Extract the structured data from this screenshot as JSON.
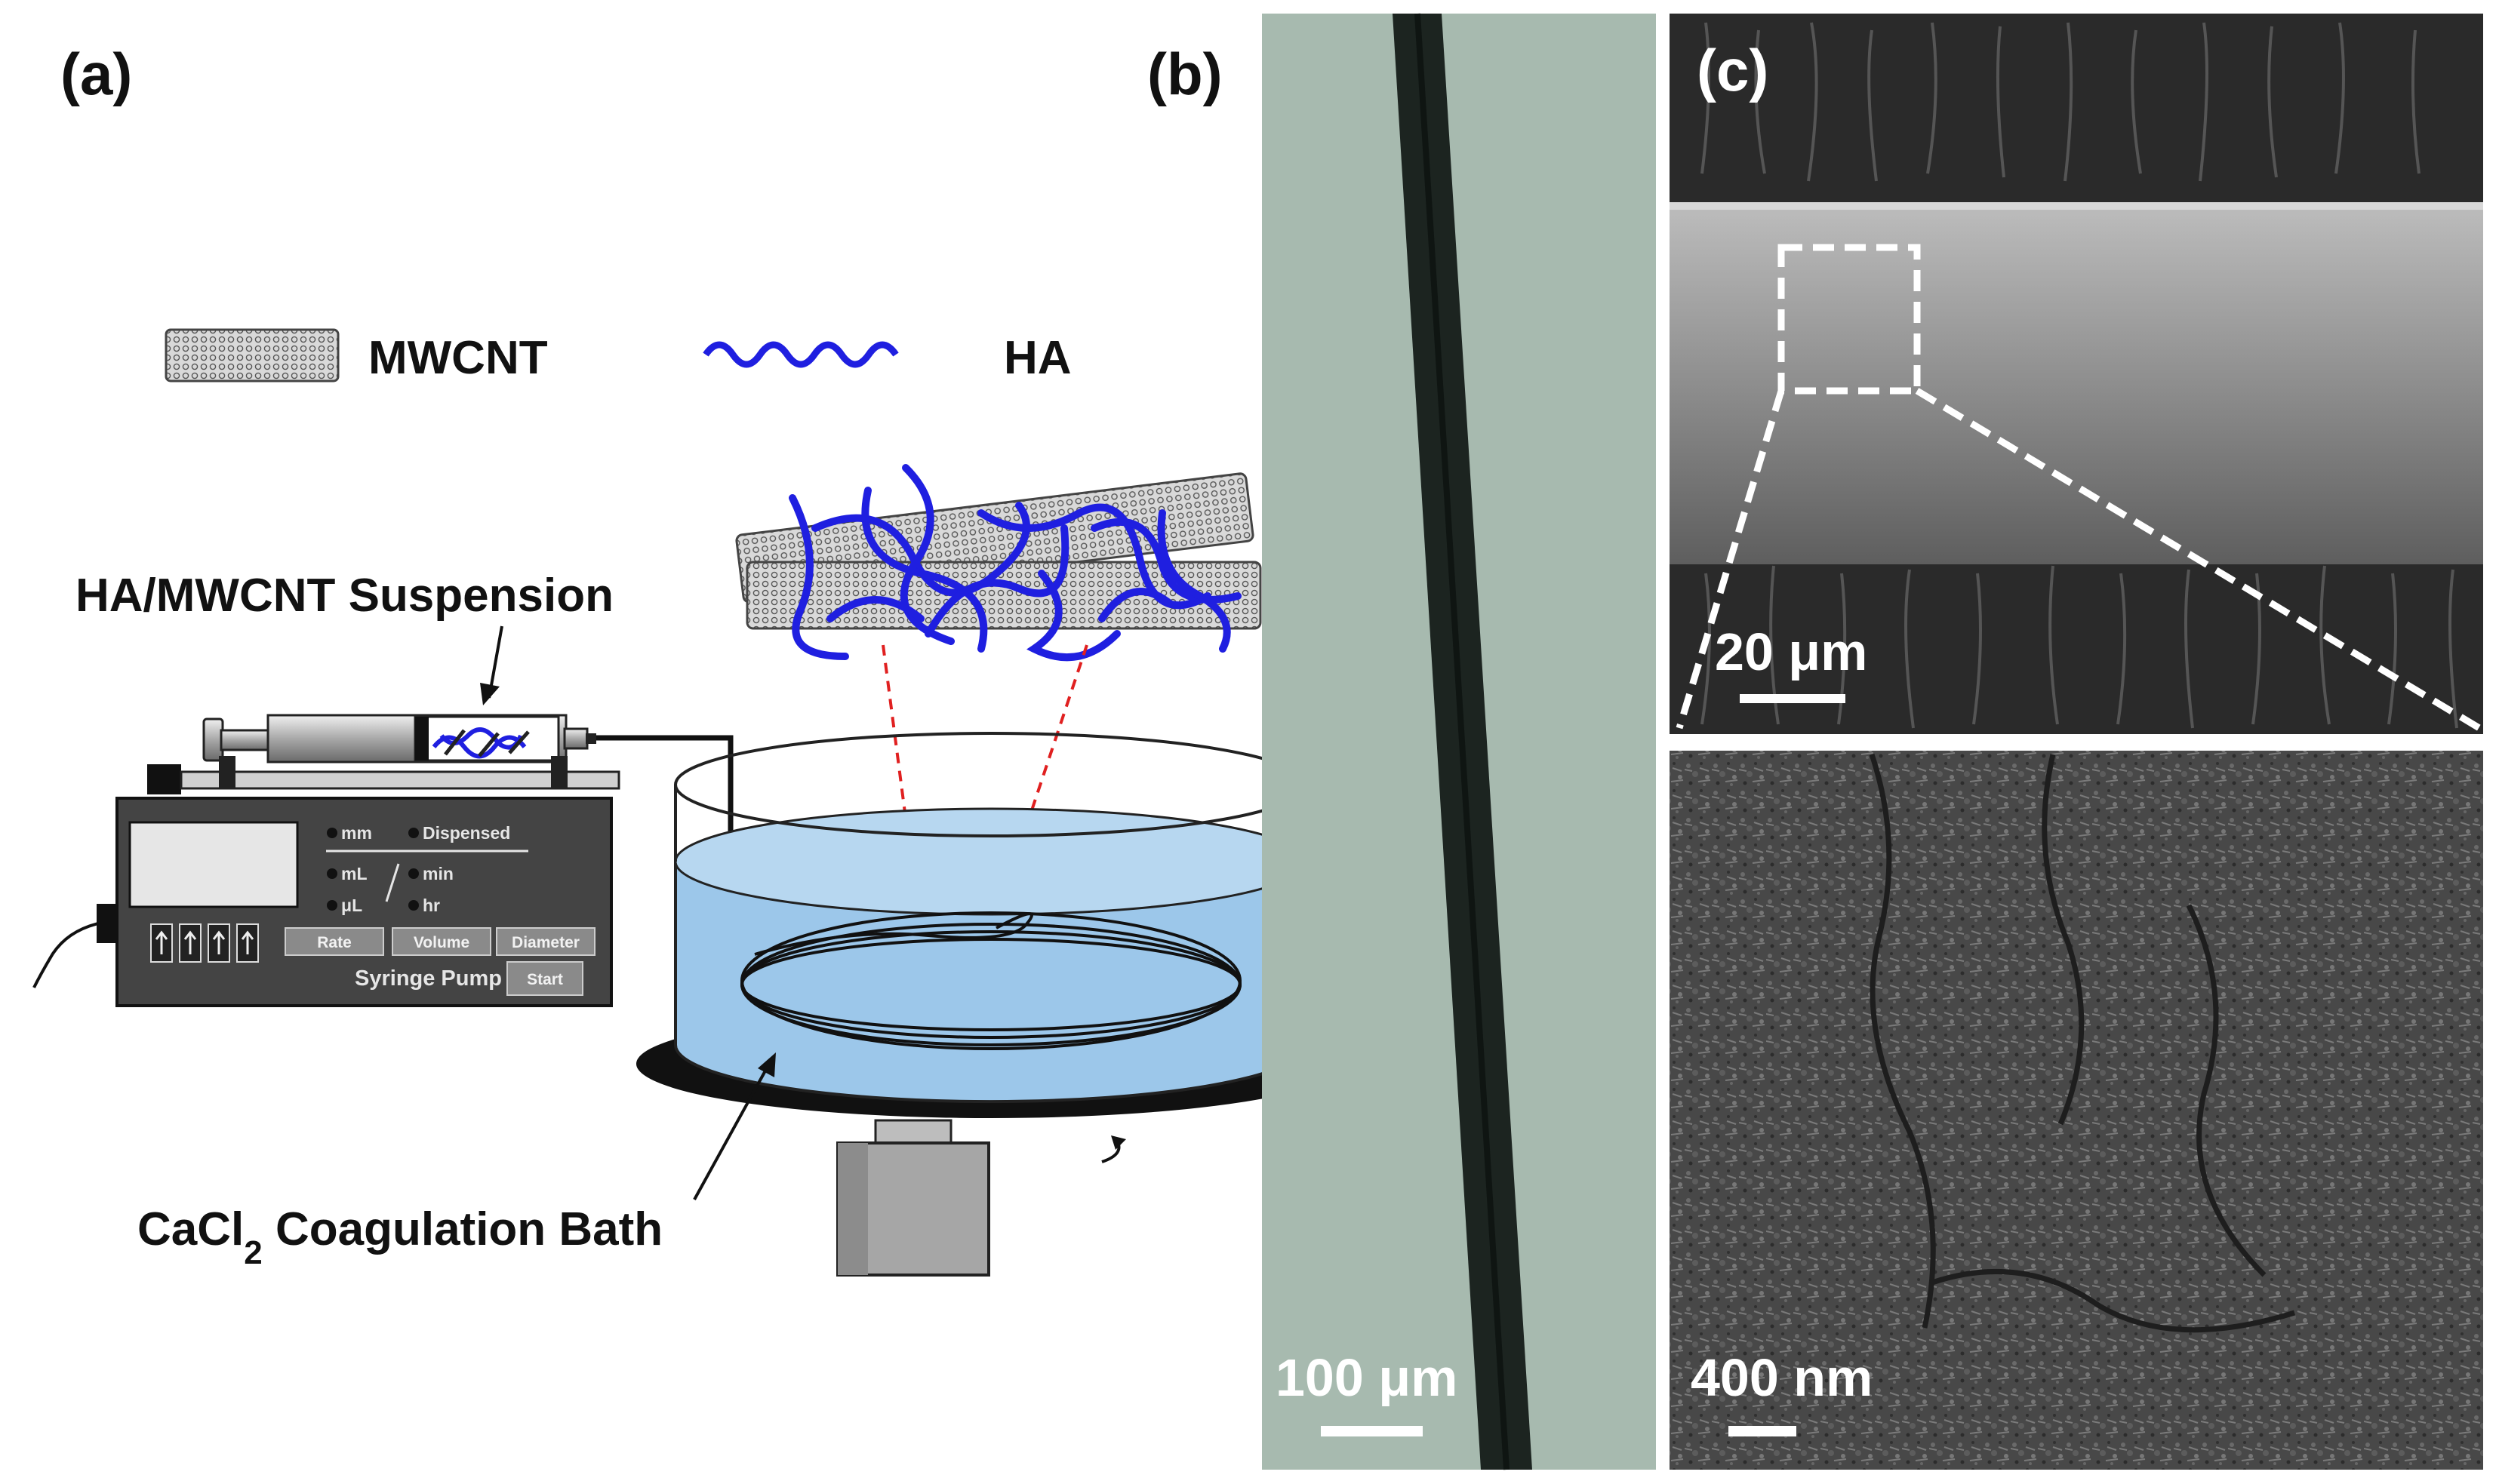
{
  "panels": {
    "a": {
      "label": "(a)",
      "legend": {
        "cnt_label": "MWCNT",
        "polymer_label": "HA"
      },
      "suspension_label": "HA/MWCNT Suspension",
      "bath_label_main": "CaCl",
      "bath_label_sub": "2",
      "bath_label_rest": " Coagulation Bath",
      "pump": {
        "indicators": [
          "mm",
          "Dispensed",
          "mL",
          "min",
          "μL",
          "hr"
        ],
        "buttons": [
          "Rate",
          "Volume",
          "Diameter"
        ],
        "name": "Syringe Pump",
        "start": "Start"
      }
    },
    "b": {
      "label": "(b)",
      "scale_bar": "100 μm"
    },
    "c": {
      "label": "(c)",
      "scale_bar_top": "20 μm",
      "scale_bar_bottom": "400 nm"
    }
  },
  "colors": {
    "hyaluronic_acid": "#1f1fe0",
    "water": "#9cc7ea",
    "zoom_box": "#e02020",
    "optical_background": "#9fb3a8"
  }
}
